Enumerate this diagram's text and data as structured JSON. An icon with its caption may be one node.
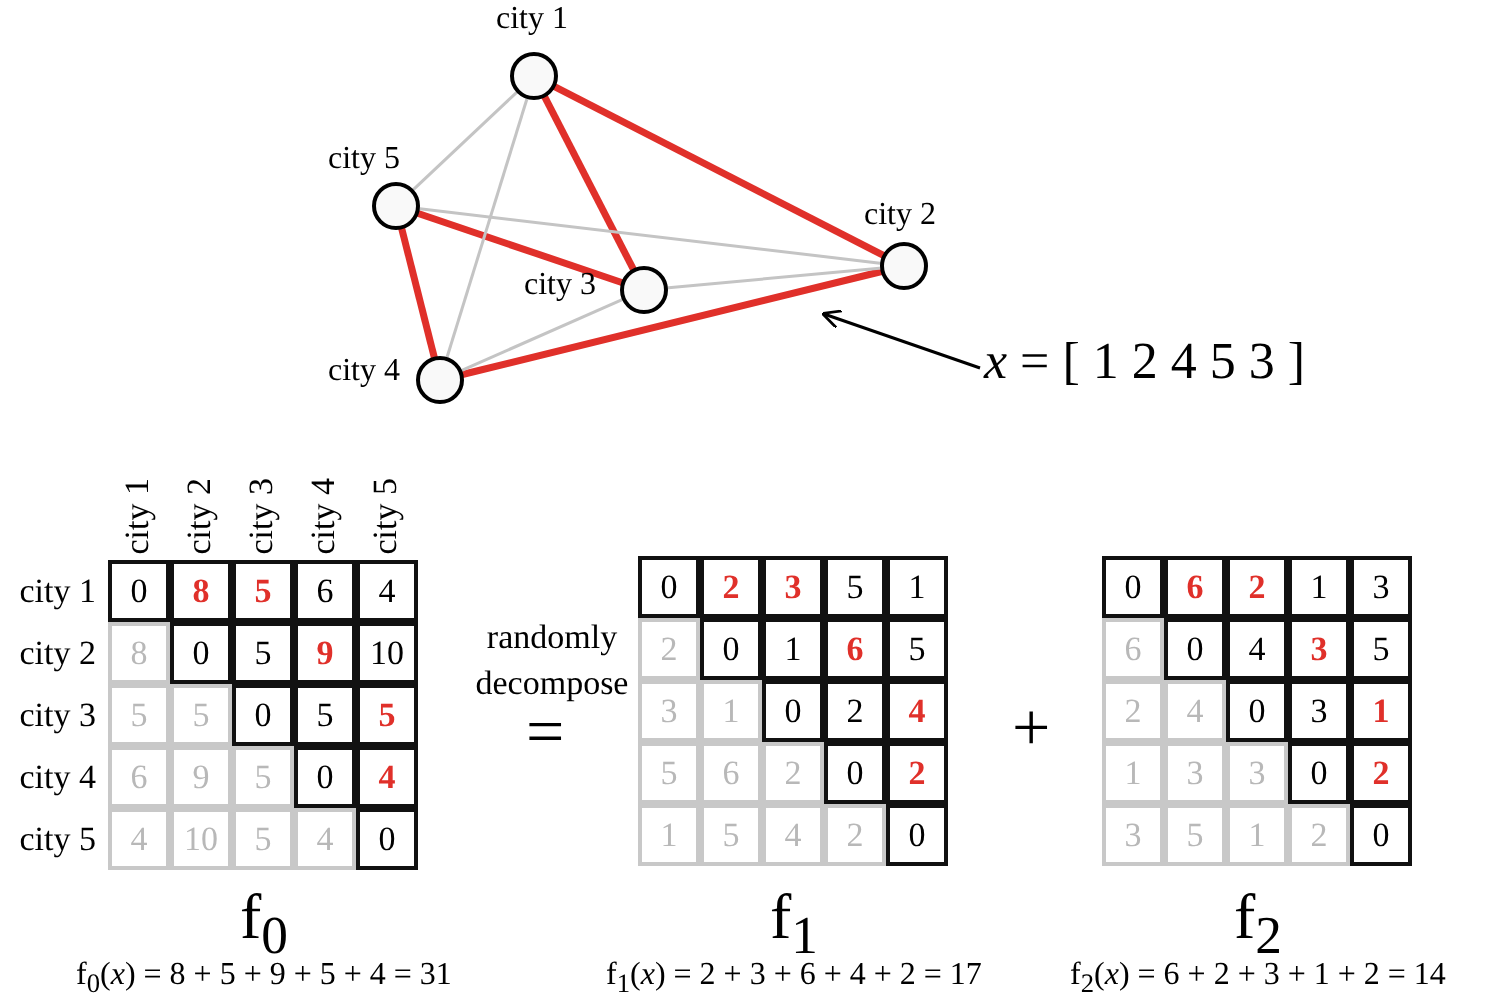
{
  "diagram": {
    "nodes": [
      {
        "text": [],
        "shape": "circle",
        "beside": [
          "city 1"
        ]
      },
      {
        "text": [],
        "shape": "circle",
        "beside": [
          "city 5"
        ]
      },
      {
        "text": [],
        "shape": "circle",
        "beside": [
          "city 2"
        ]
      },
      {
        "text": [],
        "shape": "circle",
        "beside": [
          "city 3"
        ]
      },
      {
        "text": [],
        "shape": "circle",
        "beside": [
          "city 4"
        ]
      },
      {
        "text": [
          "*x* = [ 1 2 4 5 3 ]"
        ]
      }
    ],
    "edges": [
      {
        "from": 0,
        "to": 2,
        "arrow": "none",
        "style": "thick",
        "color": "#e0302a"
      },
      {
        "from": 2,
        "to": 4,
        "arrow": "none",
        "style": "thick",
        "color": "#e0302a"
      },
      {
        "from": 4,
        "to": 1,
        "arrow": "none",
        "style": "thick",
        "color": "#e0302a"
      },
      {
        "from": 1,
        "to": 3,
        "arrow": "none",
        "style": "thick",
        "color": "#e0302a"
      },
      {
        "from": 3,
        "to": 0,
        "arrow": "none",
        "style": "thick",
        "color": "#e0302a"
      },
      {
        "from": 0,
        "to": 1,
        "arrow": "none",
        "color": "#c4c4c4"
      },
      {
        "from": 0,
        "to": 4,
        "arrow": "none",
        "color": "#c4c4c4"
      },
      {
        "from": 1,
        "to": 2,
        "arrow": "none",
        "color": "#c4c4c4"
      },
      {
        "from": 3,
        "to": 2,
        "arrow": "none",
        "color": "#c4c4c4"
      },
      {
        "from": 3,
        "to": 4,
        "arrow": "none",
        "color": "#c4c4c4"
      },
      {
        "from": 5,
        "to": null,
        "arrow": "to",
        "color": "#000000"
      }
    ],
    "labels": [
      "city 1",
      "city 2",
      "city 3",
      "city 4",
      "city 5",
      "city 1",
      "0",
      "8",
      "5",
      "6",
      "4",
      "city 2",
      "8",
      "0",
      "5",
      "9",
      "10",
      "city 3",
      "5",
      "5",
      "0",
      "5",
      "5",
      "city 4",
      "6",
      "9",
      "5",
      "0",
      "4",
      "city 5",
      "4",
      "10",
      "5",
      "4",
      "0",
      "randomly decompose",
      "=",
      "0",
      "2",
      "3",
      "5",
      "1",
      "2",
      "0",
      "1",
      "6",
      "5",
      "3",
      "1",
      "0",
      "2",
      "4",
      "5",
      "6",
      "2",
      "0",
      "2",
      "1",
      "5",
      "4",
      "2",
      "0",
      "+",
      "0",
      "6",
      "2",
      "1",
      "3",
      "6",
      "0",
      "4",
      "3",
      "5",
      "2",
      "4",
      "0",
      "3",
      "1",
      "1",
      "3",
      "3",
      "0",
      "2",
      "3",
      "5",
      "1",
      "2",
      "0",
      "f$_{0}$",
      "f$_{0}$(*x*) = 8 + 5 + 9 + 5 + 4 = 31",
      "f$_{1}$",
      "f$_{1}$(*x*) = 2 + 3 + 6 + 4 + 2 = 17",
      "f$_{2}$",
      "f$_{2}$(*x*) = 6 + 2 + 3 + 1 + 2 = 14"
    ]
  }
}
